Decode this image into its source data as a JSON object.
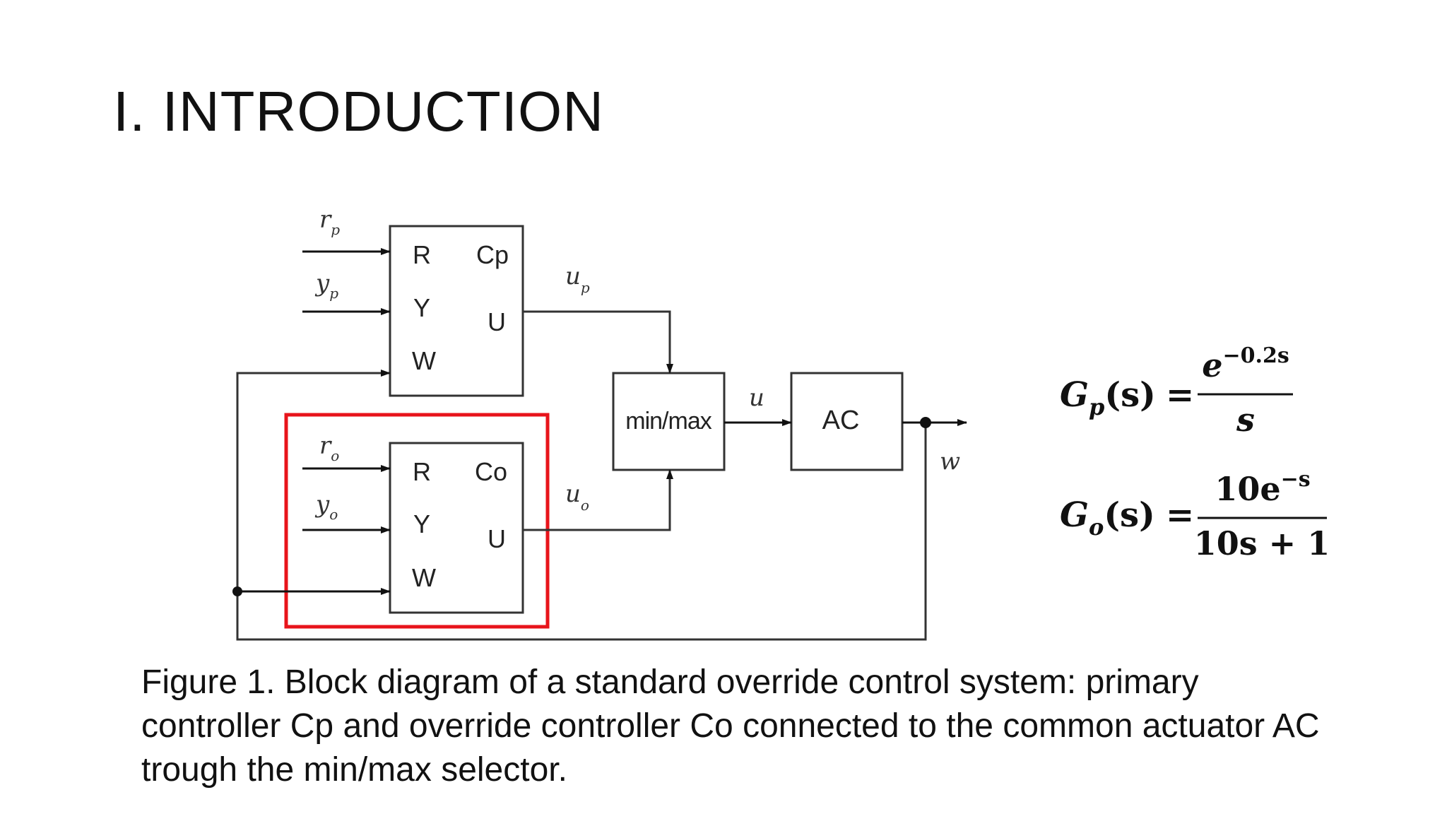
{
  "slide": {
    "title": "I. INTRODUCTION",
    "caption": "Figure 1. Block diagram of a standard override control system: primary controller Cp and override controller Co connected to the common actuator AC trough the min/max selector."
  },
  "diagram": {
    "primary_controller": {
      "name": "Cp",
      "port_r": "R",
      "port_y": "Y",
      "port_w": "W",
      "port_u": "U"
    },
    "override_controller": {
      "name": "Co",
      "port_r": "R",
      "port_y": "Y",
      "port_w": "W",
      "port_u": "U"
    },
    "selector_label": "min/max",
    "actuator_label": "AC",
    "signals": {
      "r_p": {
        "base": "r",
        "sub": "p"
      },
      "y_p": {
        "base": "y",
        "sub": "p"
      },
      "r_o": {
        "base": "r",
        "sub": "o"
      },
      "y_o": {
        "base": "y",
        "sub": "o"
      },
      "u_p": {
        "base": "u",
        "sub": "p"
      },
      "u_o": {
        "base": "u",
        "sub": "o"
      },
      "u": "u",
      "w": "w"
    },
    "highlight_color": "#e8141b"
  },
  "equations": {
    "gp": {
      "lhs_g": "G",
      "lhs_sub": "p",
      "lhs_arg": "(s)",
      "eq": "=",
      "num_base": "e",
      "num_exp": "−0.2s",
      "den": "s"
    },
    "go": {
      "lhs_g": "G",
      "lhs_sub": "o",
      "lhs_arg": "(s)",
      "eq": "=",
      "num_base": "10e",
      "num_exp": "−s",
      "den": "10s + 1"
    }
  }
}
